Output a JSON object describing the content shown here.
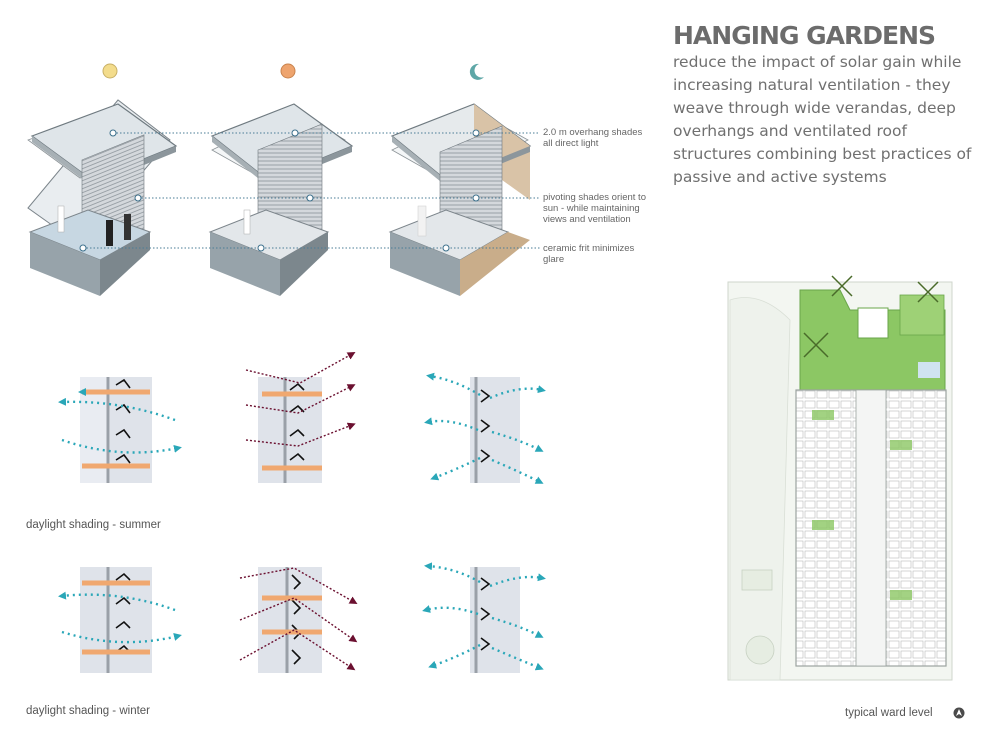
{
  "headline": {
    "title": "HANGING GARDENS",
    "body_first": "reduce",
    "body_rest": "the impact of solar gain while increasing natural ventilation - they weave through wide verandas, deep overhangs and ventilated roof structures combining best practices of passive and active systems"
  },
  "callouts": {
    "overhang": "2.0 m overhang shades all direct light",
    "pivoting": "pivoting shades orient to sun - while maintaining views and ventilation",
    "ceramic": "ceramic frit minimizes glare"
  },
  "captions": {
    "summer": "daylight shading - summer",
    "winter": "daylight shading - winter",
    "plan": "typical ward level"
  },
  "icons": [
    "sun-icon",
    "sun-icon",
    "moon-icon",
    "north-arrow-icon"
  ],
  "colors": {
    "sun_day": "#f3dc8c",
    "sun_evening": "#eea46e",
    "moon": "#5ea7a7",
    "heat_arrow": "#f0a870",
    "airflow": "#2aa7b8",
    "sun_ray": "#6b1030",
    "garden": "#8cc764",
    "callout_line": "#4a7c96"
  }
}
